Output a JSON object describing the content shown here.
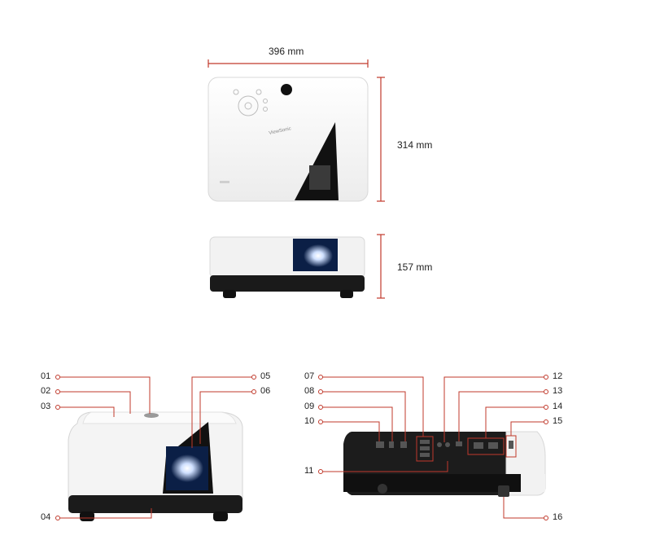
{
  "dimensions": {
    "width": "396 mm",
    "depth": "314 mm",
    "height": "157 mm"
  },
  "colors": {
    "dimension_line": "#c0392b",
    "leader_line": "#c0392b",
    "body_white": "#f2f2f2",
    "body_dark": "#1a1a1a",
    "lens_blue": "#8fb4e8"
  },
  "callouts": {
    "front": [
      "01",
      "02",
      "03",
      "04",
      "05",
      "06"
    ],
    "rear": [
      "07",
      "08",
      "09",
      "10",
      "11",
      "12",
      "13",
      "14",
      "15",
      "16"
    ]
  },
  "brand_text": "ViewSonic"
}
